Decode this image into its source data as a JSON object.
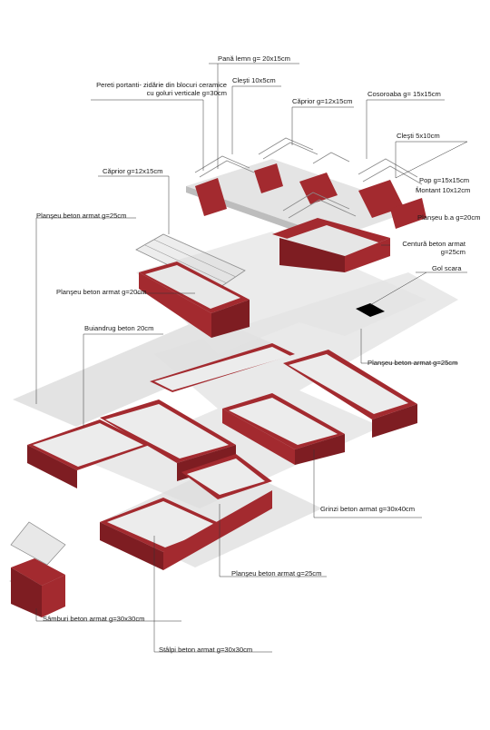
{
  "labels": {
    "pana_lemn": "Pană lemn  g= 20x15cm",
    "pereti_portanti": "Pereti portanti- zidărie din blocuri ceramice cu goluri verticale g=30cm",
    "cleti_10x5": "Cleşti 10x5cm",
    "carprior_top": "Căprior g=12x15cm",
    "cosoroaba": "Cosoroaba g= 15x15cm",
    "cleti_5x10": "Cleşti 5x10cm",
    "carprior_left": "Căprior g=12x15cm",
    "pop": "Pop g=15x15cm",
    "montant": "Montant 10x12cm",
    "plansee_ba_20": "Planşeu b.a g=20cm",
    "plansee_25_left": "Planşeu beton armat  g=25cm",
    "centura": "Centură beton armat g=25cm",
    "gol_scara": "Gol scara",
    "plansee_20_mid": "Planşeu beton armat  g=20cm",
    "buiandrug": "Buiandrug beton  20cm",
    "plansee_25_right": "Planşeu beton armat g=25cm",
    "grinzi": "Grinzi beton armat  g=30x40cm",
    "plansee_25_bottom": "Planşeu beton armat  g=25cm",
    "samburi": "Sâmburi beton armat  g=30x30cm",
    "stalpi": "Stâlpi beton armat  g=30x30cm"
  },
  "colors": {
    "wall_red": "#a32a2f",
    "wall_dark": "#7e1d22",
    "slab_grey": "#d8d8d8",
    "roof_grey": "#cfcfcf",
    "leader": "#333333",
    "stair_void": "#000000"
  }
}
